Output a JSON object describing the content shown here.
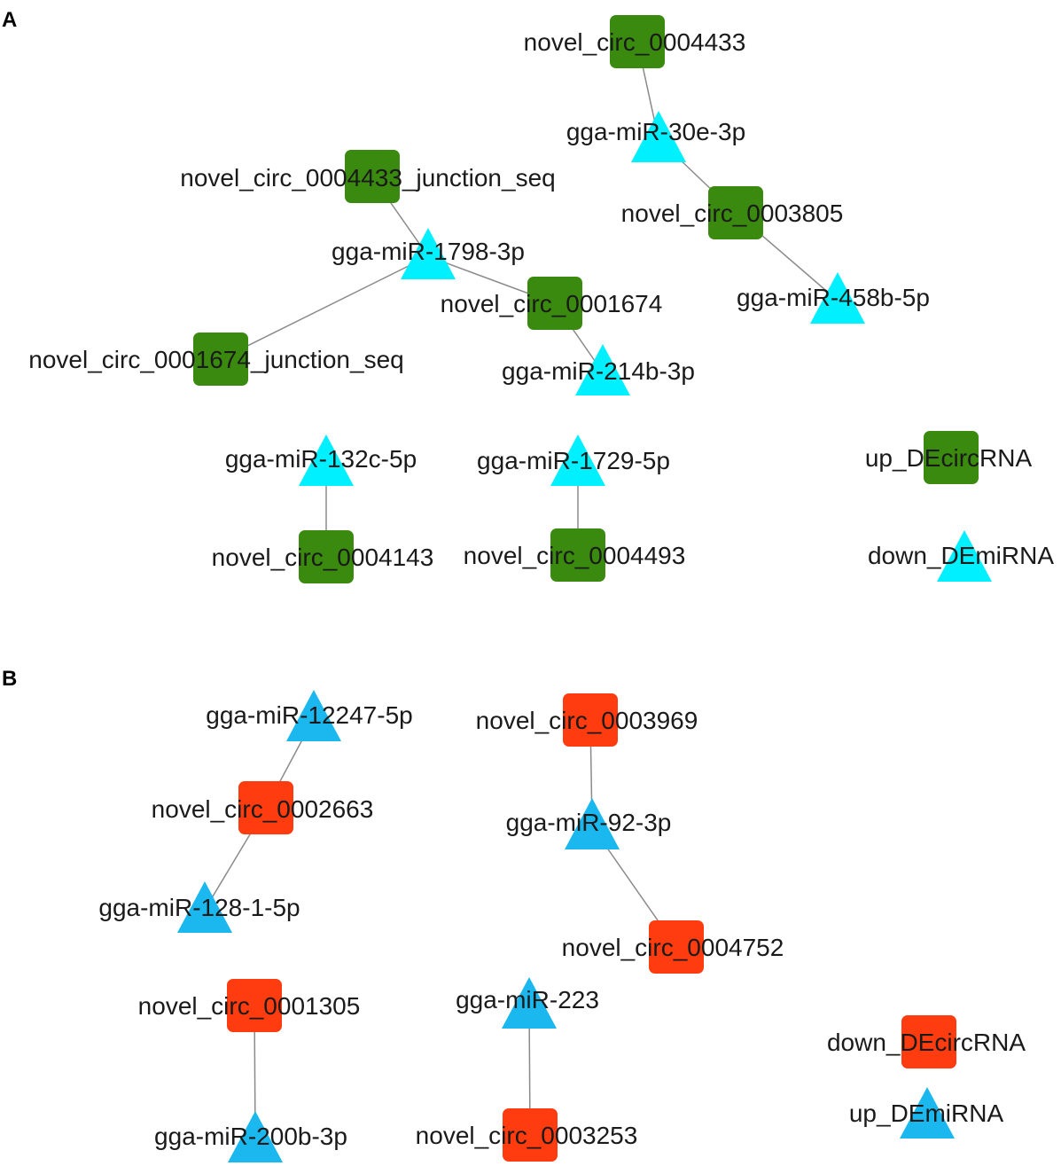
{
  "colors": {
    "up_circ": "#3a8a10",
    "down_mirna_a": "#00f0ff",
    "down_circ": "#ff3c10",
    "up_mirna_b": "#1ab8ee",
    "edge": "#8a8a8a"
  },
  "panels": [
    {
      "id": "A",
      "label": "A",
      "nodes": [
        {
          "id": "c4433",
          "label": "novel_circ_0004433",
          "shape": "square",
          "kind": "up_circ"
        },
        {
          "id": "m30e",
          "label": "gga-miR-30e-3p",
          "shape": "triangle",
          "kind": "down_mirna_a"
        },
        {
          "id": "c3805",
          "label": "novel_circ_0003805",
          "shape": "square",
          "kind": "up_circ"
        },
        {
          "id": "m458b",
          "label": "gga-miR-458b-5p",
          "shape": "triangle",
          "kind": "down_mirna_a"
        },
        {
          "id": "c4433j",
          "label": "novel_circ_0004433_junction_seq",
          "shape": "square",
          "kind": "up_circ"
        },
        {
          "id": "m1798",
          "label": "gga-miR-1798-3p",
          "shape": "triangle",
          "kind": "down_mirna_a"
        },
        {
          "id": "c1674",
          "label": "novel_circ_0001674",
          "shape": "square",
          "kind": "up_circ"
        },
        {
          "id": "c1674j",
          "label": "novel_circ_0001674_junction_seq",
          "shape": "square",
          "kind": "up_circ"
        },
        {
          "id": "m214b",
          "label": "gga-miR-214b-3p",
          "shape": "triangle",
          "kind": "down_mirna_a"
        },
        {
          "id": "m132c",
          "label": "gga-miR-132c-5p",
          "shape": "triangle",
          "kind": "down_mirna_a"
        },
        {
          "id": "c4143",
          "label": "novel_circ_0004143",
          "shape": "square",
          "kind": "up_circ"
        },
        {
          "id": "m1729",
          "label": "gga-miR-1729-5p",
          "shape": "triangle",
          "kind": "down_mirna_a"
        },
        {
          "id": "c4493",
          "label": "novel_circ_0004493",
          "shape": "square",
          "kind": "up_circ"
        },
        {
          "id": "legA1",
          "label": "up_DEcircRNA",
          "shape": "square",
          "kind": "up_circ",
          "legend": true
        },
        {
          "id": "legA2",
          "label": "down_DEmiRNA",
          "shape": "triangle",
          "kind": "down_mirna_a",
          "legend": true
        }
      ],
      "edges": [
        [
          "c4433",
          "m30e"
        ],
        [
          "m30e",
          "c3805"
        ],
        [
          "c3805",
          "m458b"
        ],
        [
          "c4433j",
          "m1798"
        ],
        [
          "m1798",
          "c1674"
        ],
        [
          "m1798",
          "c1674j"
        ],
        [
          "c1674",
          "m214b"
        ],
        [
          "m132c",
          "c4143"
        ],
        [
          "m1729",
          "c4493"
        ]
      ]
    },
    {
      "id": "B",
      "label": "B",
      "nodes": [
        {
          "id": "m12247",
          "label": "gga-miR-12247-5p",
          "shape": "triangle",
          "kind": "up_mirna_b"
        },
        {
          "id": "c2663",
          "label": "novel_circ_0002663",
          "shape": "square",
          "kind": "down_circ"
        },
        {
          "id": "m128",
          "label": "gga-miR-128-1-5p",
          "shape": "triangle",
          "kind": "up_mirna_b"
        },
        {
          "id": "c3969",
          "label": "novel_circ_0003969",
          "shape": "square",
          "kind": "down_circ"
        },
        {
          "id": "m92",
          "label": "gga-miR-92-3p",
          "shape": "triangle",
          "kind": "up_mirna_b"
        },
        {
          "id": "c4752",
          "label": "novel_circ_0004752",
          "shape": "square",
          "kind": "down_circ"
        },
        {
          "id": "c1305",
          "label": "novel_circ_0001305",
          "shape": "square",
          "kind": "down_circ"
        },
        {
          "id": "m200b",
          "label": "gga-miR-200b-3p",
          "shape": "triangle",
          "kind": "up_mirna_b"
        },
        {
          "id": "m223",
          "label": "gga-miR-223",
          "shape": "triangle",
          "kind": "up_mirna_b"
        },
        {
          "id": "c3253",
          "label": "novel_circ_0003253",
          "shape": "square",
          "kind": "down_circ"
        },
        {
          "id": "legB1",
          "label": "down_DEcircRNA",
          "shape": "square",
          "kind": "down_circ",
          "legend": true
        },
        {
          "id": "legB2",
          "label": "up_DEmiRNA",
          "shape": "triangle",
          "kind": "up_mirna_b",
          "legend": true
        }
      ],
      "edges": [
        [
          "m12247",
          "c2663"
        ],
        [
          "c2663",
          "m128"
        ],
        [
          "c3969",
          "m92"
        ],
        [
          "m92",
          "c4752"
        ],
        [
          "c1305",
          "m200b"
        ],
        [
          "m223",
          "c3253"
        ]
      ]
    }
  ]
}
